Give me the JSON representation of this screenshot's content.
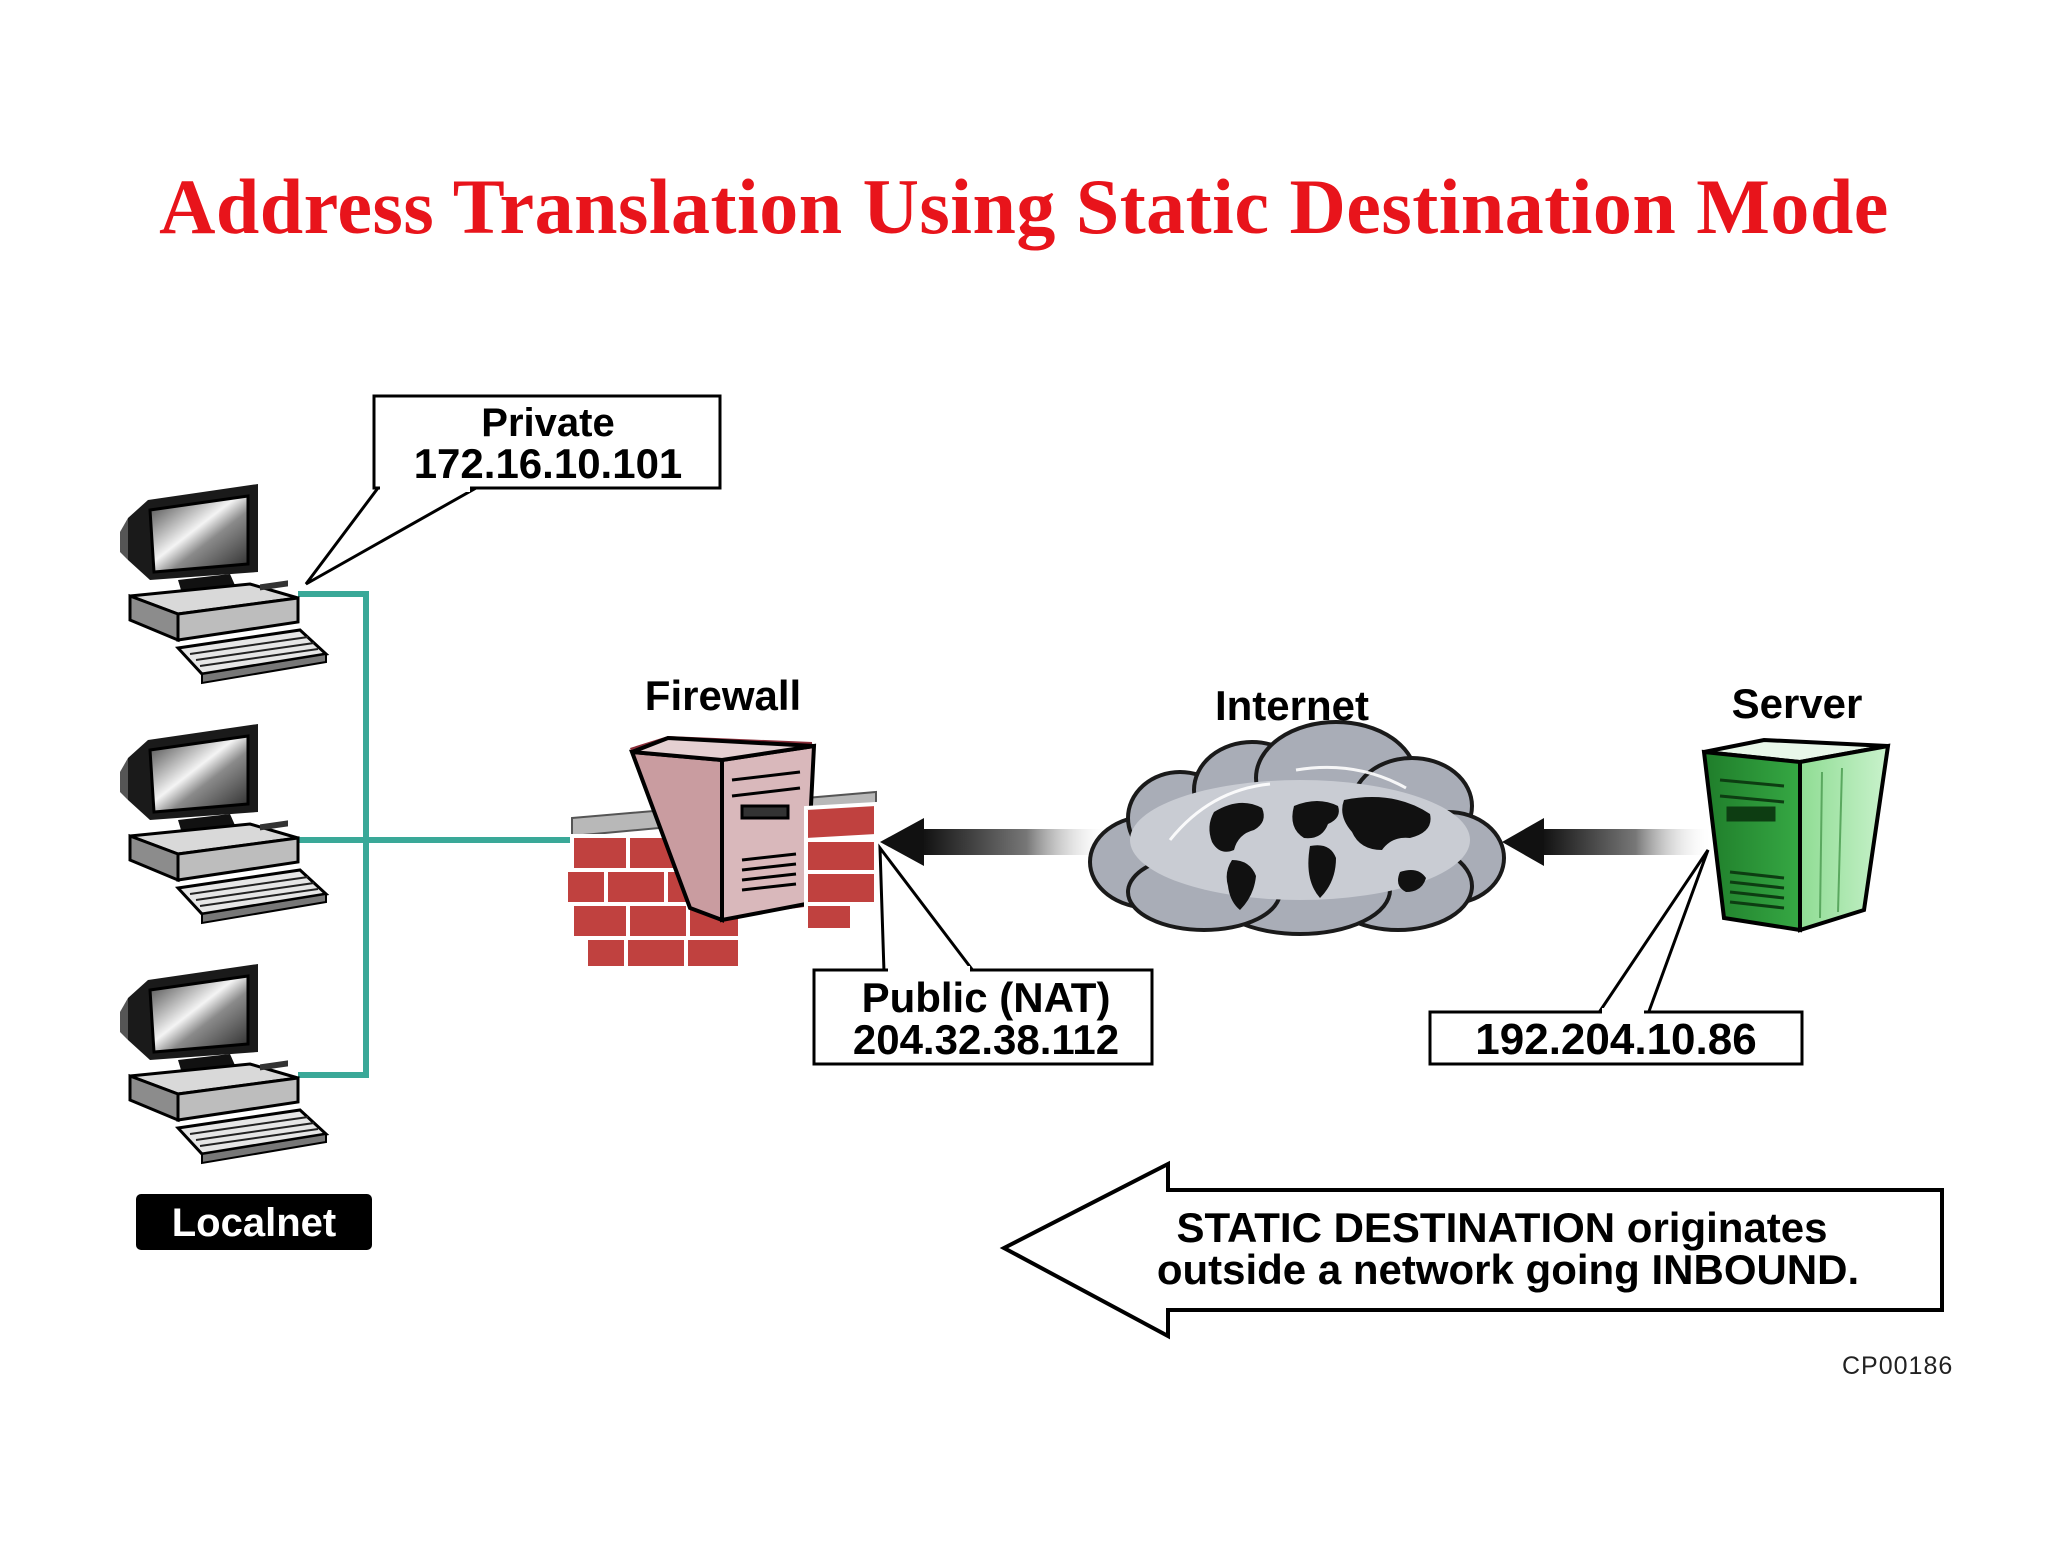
{
  "title": "Address Translation Using Static Destination Mode",
  "figure_code": "CP00186",
  "nodes": {
    "localnet": {
      "label": "Localnet"
    },
    "firewall": {
      "label": "Firewall"
    },
    "internet": {
      "label": "Internet"
    },
    "server": {
      "label": "Server"
    }
  },
  "callouts": {
    "private": {
      "line1": "Private",
      "line2": "172.16.10.101"
    },
    "public_nat": {
      "line1": "Public (NAT)",
      "line2": "204.32.38.112"
    },
    "server_ip": {
      "line1": "192.204.10.86"
    }
  },
  "note": {
    "line1": "STATIC DESTINATION originates",
    "line2": "outside a network going INBOUND."
  },
  "colors": {
    "title": "#e8141b",
    "lan_wire": "#3aa898",
    "brick": "#c0413f",
    "firewall_tower": "#c99ca0",
    "server_tower": "#2f9a3a",
    "cloud": "#a9adb7"
  },
  "icons": [
    "computer-icon",
    "firewall-icon",
    "cloud-globe-icon",
    "server-icon",
    "flow-arrow-icon"
  ]
}
